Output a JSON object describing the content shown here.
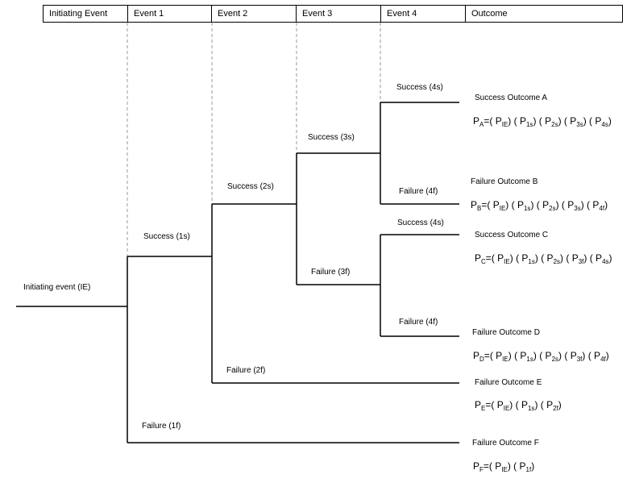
{
  "header": {
    "cols": [
      "Initiating Event",
      "Event 1",
      "Event 2",
      "Event 3",
      "Event 4",
      "Outcome"
    ]
  },
  "initiating": "Initiating event (IE)",
  "branches": {
    "s1": "Success (1s)",
    "f1": "Failure (1f)",
    "s2": "Success (2s)",
    "f2": "Failure (2f)",
    "s3": "Success (3s)",
    "f3": "Failure (3f)",
    "s4a": "Success (4s)",
    "f4a": "Failure (4f)",
    "s4b": "Success (4s)",
    "f4b": "Failure (4f)"
  },
  "outcomes": [
    {
      "label": "Success Outcome A",
      "p": "P",
      "sub": "A",
      "terms": [
        [
          "P",
          "IE"
        ],
        [
          "P",
          "1s"
        ],
        [
          "P",
          "2s"
        ],
        [
          "P",
          "3s"
        ],
        [
          "P",
          "4s"
        ]
      ]
    },
    {
      "label": "Failure Outcome B",
      "p": "P",
      "sub": "B",
      "terms": [
        [
          "P",
          "IE"
        ],
        [
          "P",
          "1s"
        ],
        [
          "P",
          "2s"
        ],
        [
          "P",
          "3s"
        ],
        [
          "P",
          "4f"
        ]
      ]
    },
    {
      "label": "Success Outcome C",
      "p": "P",
      "sub": "C",
      "terms": [
        [
          "P",
          "IE"
        ],
        [
          "P",
          "1s"
        ],
        [
          "P",
          "2s"
        ],
        [
          "P",
          "3f"
        ],
        [
          "P",
          "4s"
        ]
      ]
    },
    {
      "label": "Failure Outcome D",
      "p": "P",
      "sub": "D",
      "terms": [
        [
          "P",
          "IE"
        ],
        [
          "P",
          "1s"
        ],
        [
          "P",
          "2s"
        ],
        [
          "P",
          "3f"
        ],
        [
          "P",
          "4f"
        ]
      ]
    },
    {
      "label": "Failure Outcome E",
      "p": "P",
      "sub": "E",
      "terms": [
        [
          "P",
          "IE"
        ],
        [
          "P",
          "1s"
        ],
        [
          "P",
          "2f"
        ]
      ]
    },
    {
      "label": "Failure Outcome F",
      "p": "P",
      "sub": "F",
      "terms": [
        [
          "P",
          "IE"
        ],
        [
          "P",
          "1f"
        ]
      ]
    }
  ]
}
